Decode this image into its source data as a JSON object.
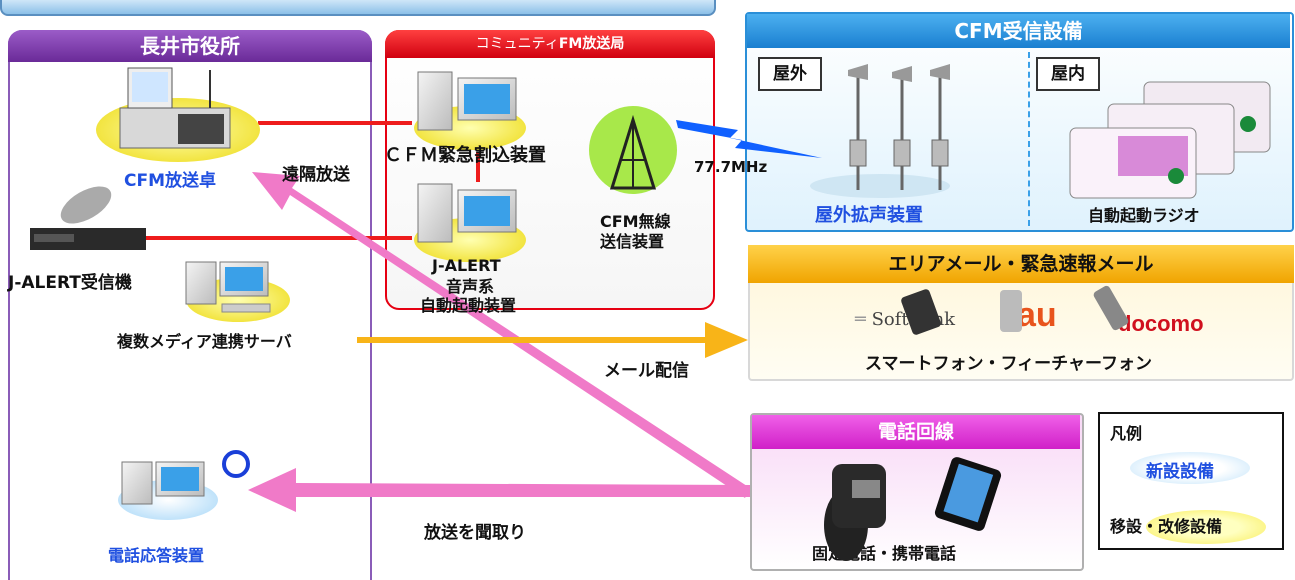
{
  "city_hall": {
    "title": "長井市役所",
    "broadcast_desk": "CFM放送卓",
    "remote_broadcast": "遠隔放送",
    "jalert_receiver": "J-ALERT受信機",
    "multi_media_server": "複数メディア連携サーバ",
    "phone_answer_device": "電話応答装置"
  },
  "fm_station": {
    "title_prefix": "コミュニティ",
    "title_suffix": "FM放送局",
    "emergency_interrupt": "ＣＦＭ緊急割込装置",
    "jalert_auto_start": [
      "J-ALERT",
      "音声系",
      "自動起動装置"
    ],
    "wireless_transmitter": [
      "CFM無線",
      "送信装置"
    ],
    "frequency": "77.7MHz"
  },
  "cfm_receiver": {
    "title": "CFM受信設備",
    "outdoor": "屋外",
    "indoor": "屋内",
    "outdoor_speaker": "屋外拡声装置",
    "auto_radio": "自動起動ラジオ"
  },
  "area_mail": {
    "title": "エリアメール・緊急速報メール",
    "carriers": [
      "SoftBank",
      "au",
      "docomo"
    ],
    "devices": "スマートフォン・フィーチャーフォン",
    "mail_delivery": "メール配信"
  },
  "phone_line": {
    "title": "電話回線",
    "devices": "固定電話・携帯電話",
    "listen_broadcast": "放送を聞取り"
  },
  "legend": {
    "title": "凡例",
    "new_equipment": "新設設備",
    "relocated_equipment": "移設・改修設備"
  },
  "colors": {
    "city_hall_header": "#7a3aa8",
    "fm_station_header": "#e60012",
    "cfm_header": "#1d8fd8",
    "area_mail_header": "#f5b400",
    "phone_header": "#e040d8",
    "red_line": "#ee1c1c",
    "pink_arrow": "#f07ac8",
    "orange_arrow": "#f8b418",
    "blue_text": "#2050e0",
    "blue_bolt": "#1060ff"
  }
}
